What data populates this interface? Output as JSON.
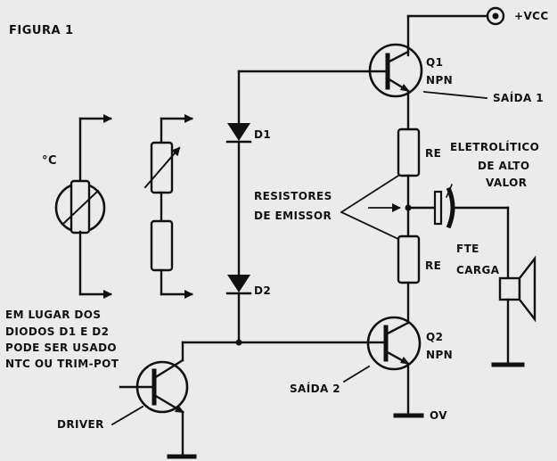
{
  "figure_title": "FIGURA 1",
  "supply": "+VCC",
  "ground": "OV",
  "q1": {
    "name": "Q1",
    "type": "NPN"
  },
  "q2": {
    "name": "Q2",
    "type": "NPN"
  },
  "saida1": "SAÍDA 1",
  "saida2": "SAÍDA 2",
  "d1": "D1",
  "d2": "D2",
  "re_top": "RE",
  "re_bottom": "RE",
  "resistores_line1": "RESISTORES",
  "resistores_line2": "DE EMISSOR",
  "capacitor_line1": "ELETROLÍTICO",
  "capacitor_line2": "DE ALTO",
  "capacitor_line3": "VALOR",
  "fte": "FTE",
  "carga": "CARGA",
  "degree_c": "°C",
  "note_line1": "EM LUGAR DOS",
  "note_line2": "DIODOS D1 E D2",
  "note_line3": "PODE SER USADO",
  "note_line4": "NTC OU TRIM-POT",
  "driver": "DRIVER"
}
